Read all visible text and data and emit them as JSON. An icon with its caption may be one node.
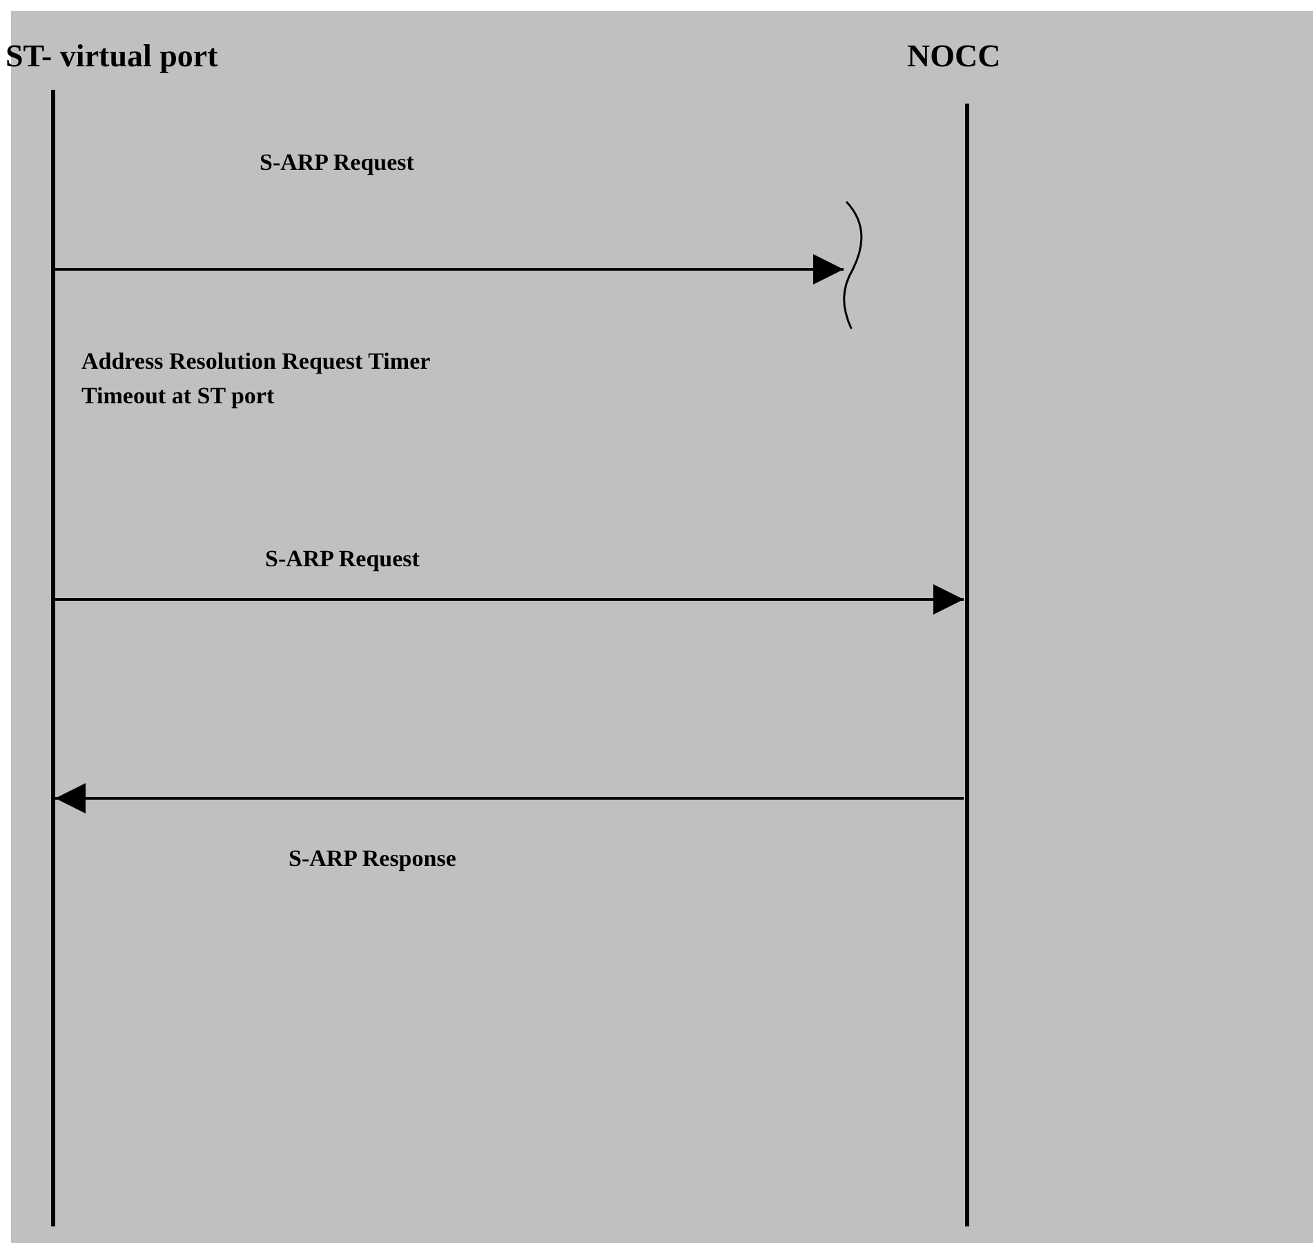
{
  "diagram": {
    "nodes": [
      {
        "text": [
          "ST- virtual port"
        ]
      },
      {
        "text": [
          "NOCC"
        ]
      },
      {
        "text": [],
        "shape": "curve"
      }
    ],
    "edges": [
      {
        "from": 0,
        "to": 2,
        "arrow": "to",
        "label": "S-ARP Request"
      },
      {
        "from": 0,
        "to": 1,
        "arrow": "to",
        "label": "S-ARP Request"
      },
      {
        "from": 1,
        "to": 0,
        "arrow": "to",
        "label": "S-ARP Response"
      }
    ],
    "labels": [
      "Address Resolution Request Timer Timeout at ST port"
    ]
  }
}
